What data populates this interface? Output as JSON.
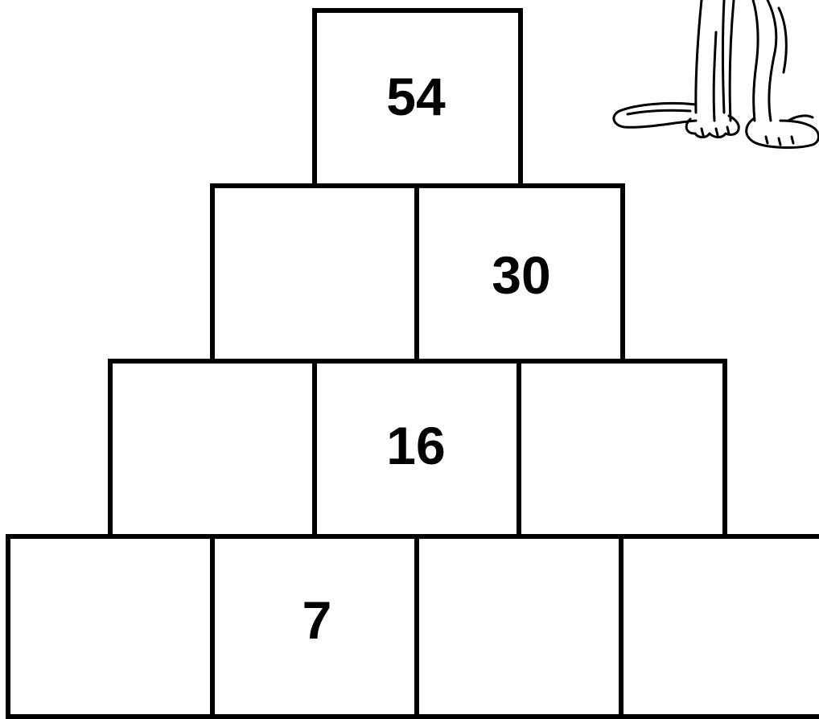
{
  "pyramid": {
    "rows": [
      {
        "cells": [
          "54"
        ]
      },
      {
        "cells": [
          "",
          "30"
        ]
      },
      {
        "cells": [
          "",
          "16",
          ""
        ]
      },
      {
        "cells": [
          "",
          "7",
          "",
          ""
        ]
      }
    ]
  },
  "illustration": {
    "icon": "cat-feet-drawing-icon",
    "color": "#000000"
  }
}
